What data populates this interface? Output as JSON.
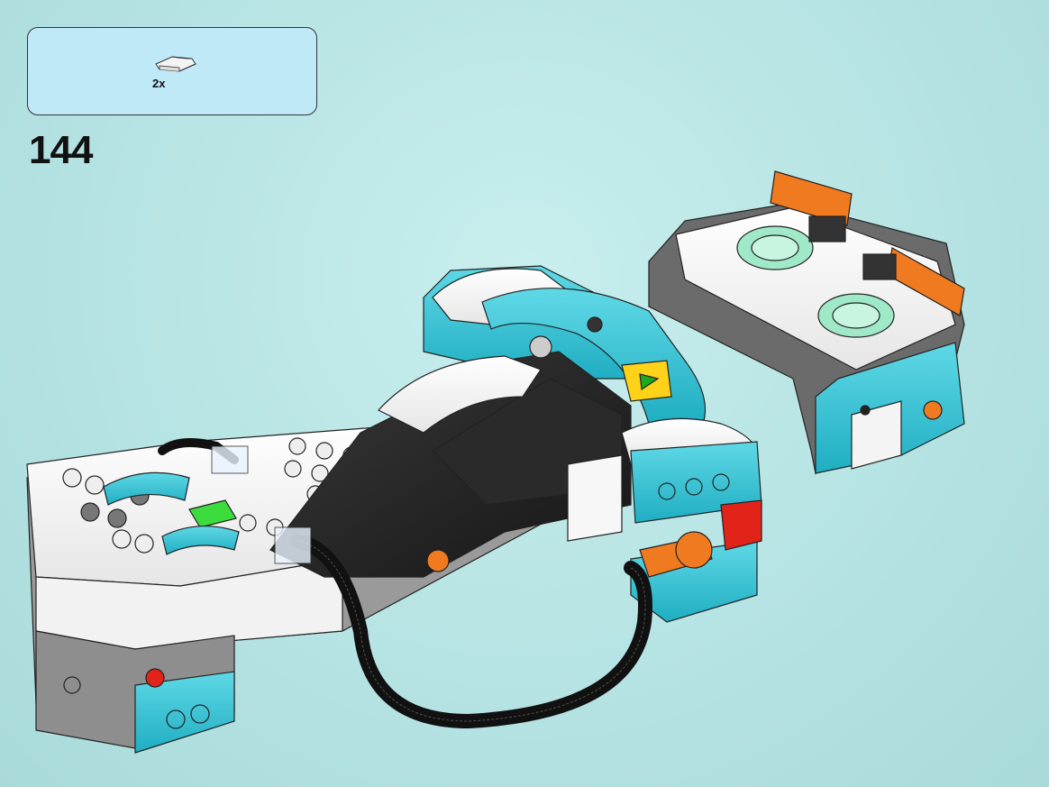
{
  "parts_callout": {
    "items": [
      {
        "icon": "white-curved-slope-brick-icon",
        "quantity": "2x"
      }
    ]
  },
  "step": {
    "number": "144"
  },
  "model": {
    "description_icon": "lego-race-car-assembly-illustration",
    "colors": {
      "white": "#f7f7f7",
      "black": "#222222",
      "azure": "#2fc3d6",
      "gray": "#9a9a9a",
      "dark_gray": "#555555",
      "orange": "#f07a1f",
      "red": "#e2231a",
      "green": "#3ddc3d",
      "yellow": "#ffd21a",
      "trans_green": "#9fe8c8"
    }
  }
}
